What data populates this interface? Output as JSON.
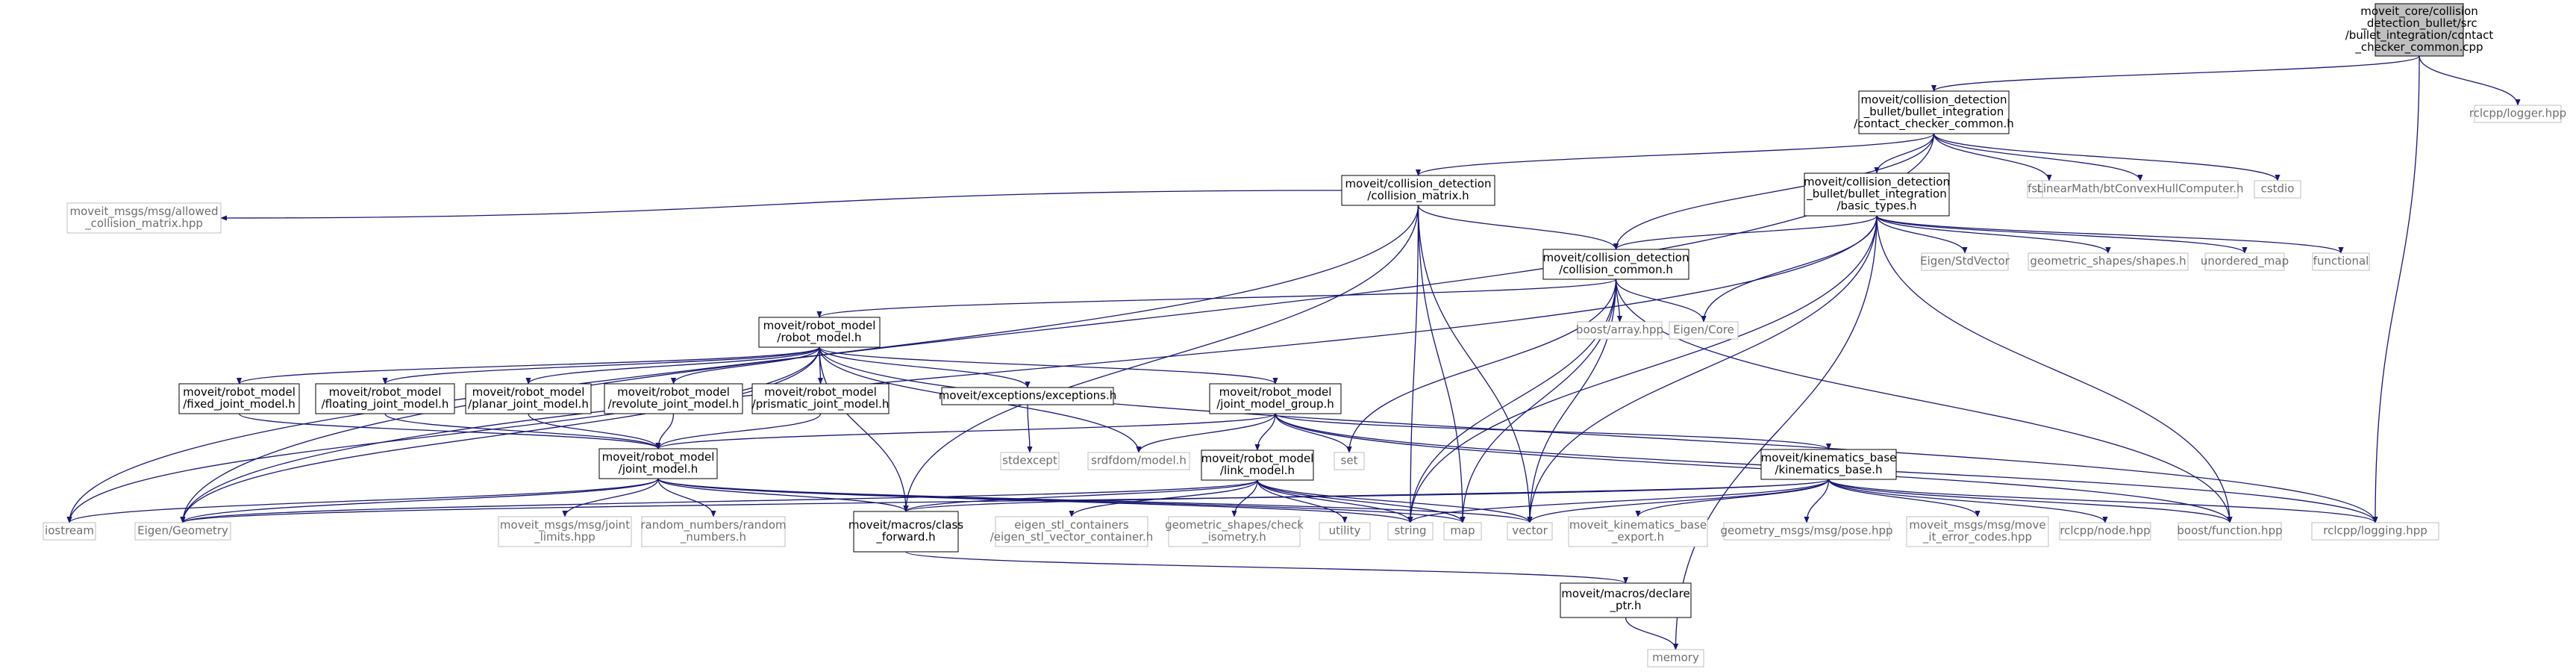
{
  "title": "",
  "colors": {
    "edge": "#191970",
    "root_fill": "#bfbfbf",
    "internal_border": "#000000",
    "external_border": "#bfbfbf",
    "external_text": "#6e6e6e",
    "background": "#ffffff"
  },
  "nodes": [
    {
      "id": "root",
      "kind": "root",
      "lines": [
        "moveit_core/collision",
        "_detection_bullet/src",
        "/bullet_integration/contact",
        "_checker_common.cpp"
      ]
    },
    {
      "id": "ccc_h",
      "kind": "internal",
      "lines": [
        "moveit/collision_detection",
        "_bullet/bullet_integration",
        "/contact_checker_common.h"
      ]
    },
    {
      "id": "rclcpp_logger",
      "kind": "external",
      "lines": [
        "rclcpp/logger.hpp"
      ]
    },
    {
      "id": "cmatrix",
      "kind": "internal",
      "lines": [
        "moveit/collision_detection",
        "/collision_matrix.h"
      ]
    },
    {
      "id": "basic_types",
      "kind": "internal",
      "lines": [
        "moveit/collision_detection",
        "_bullet/bullet_integration",
        "/basic_types.h"
      ]
    },
    {
      "id": "fstream",
      "kind": "external",
      "lines": [
        "fstream"
      ]
    },
    {
      "id": "btconvex",
      "kind": "external",
      "lines": [
        "LinearMath/btConvexHullComputer.h"
      ]
    },
    {
      "id": "cstdio",
      "kind": "external",
      "lines": [
        "cstdio"
      ]
    },
    {
      "id": "allowed_cm",
      "kind": "external",
      "lines": [
        "moveit_msgs/msg/allowed",
        "_collision_matrix.hpp"
      ]
    },
    {
      "id": "ccommon",
      "kind": "internal",
      "lines": [
        "moveit/collision_detection",
        "/collision_common.h"
      ]
    },
    {
      "id": "eigen_stdvector",
      "kind": "external",
      "lines": [
        "Eigen/StdVector"
      ]
    },
    {
      "id": "geom_shapes",
      "kind": "external",
      "lines": [
        "geometric_shapes/shapes.h"
      ]
    },
    {
      "id": "unordered_map",
      "kind": "external",
      "lines": [
        "unordered_map"
      ]
    },
    {
      "id": "functional",
      "kind": "external",
      "lines": [
        "functional"
      ]
    },
    {
      "id": "robot_model_h",
      "kind": "internal",
      "lines": [
        "moveit/robot_model",
        "/robot_model.h"
      ]
    },
    {
      "id": "boost_array",
      "kind": "external",
      "lines": [
        "boost/array.hpp"
      ]
    },
    {
      "id": "eigen_core",
      "kind": "external",
      "lines": [
        "Eigen/Core"
      ]
    },
    {
      "id": "fixed_joint",
      "kind": "internal",
      "lines": [
        "moveit/robot_model",
        "/fixed_joint_model.h"
      ]
    },
    {
      "id": "floating_joint",
      "kind": "internal",
      "lines": [
        "moveit/robot_model",
        "/floating_joint_model.h"
      ]
    },
    {
      "id": "planar_joint",
      "kind": "internal",
      "lines": [
        "moveit/robot_model",
        "/planar_joint_model.h"
      ]
    },
    {
      "id": "revolute_joint",
      "kind": "internal",
      "lines": [
        "moveit/robot_model",
        "/revolute_joint_model.h"
      ]
    },
    {
      "id": "prismatic_joint",
      "kind": "internal",
      "lines": [
        "moveit/robot_model",
        "/prismatic_joint_model.h"
      ]
    },
    {
      "id": "exceptions",
      "kind": "internal",
      "lines": [
        "moveit/exceptions/exceptions.h"
      ]
    },
    {
      "id": "jmg",
      "kind": "internal",
      "lines": [
        "moveit/robot_model",
        "/joint_model_group.h"
      ]
    },
    {
      "id": "stdexcept",
      "kind": "external",
      "lines": [
        "stdexcept"
      ]
    },
    {
      "id": "srdfdom",
      "kind": "external",
      "lines": [
        "srdfdom/model.h"
      ]
    },
    {
      "id": "set",
      "kind": "external",
      "lines": [
        "set"
      ]
    },
    {
      "id": "kin_base",
      "kind": "internal",
      "lines": [
        "moveit/kinematics_base",
        "/kinematics_base.h"
      ]
    },
    {
      "id": "joint_model",
      "kind": "internal",
      "lines": [
        "moveit/robot_model",
        "/joint_model.h"
      ]
    },
    {
      "id": "link_model",
      "kind": "internal",
      "lines": [
        "moveit/robot_model",
        "/link_model.h"
      ]
    },
    {
      "id": "iostream",
      "kind": "external",
      "lines": [
        "iostream"
      ]
    },
    {
      "id": "eigen_geom",
      "kind": "external",
      "lines": [
        "Eigen/Geometry"
      ]
    },
    {
      "id": "joint_limits",
      "kind": "external",
      "lines": [
        "moveit_msgs/msg/joint",
        "_limits.hpp"
      ]
    },
    {
      "id": "random_numbers",
      "kind": "external",
      "lines": [
        "random_numbers/random",
        "_numbers.h"
      ]
    },
    {
      "id": "class_fwd",
      "kind": "internal",
      "lines": [
        "moveit/macros/class",
        "_forward.h"
      ]
    },
    {
      "id": "eigen_stl",
      "kind": "external",
      "lines": [
        "eigen_stl_containers",
        "/eigen_stl_vector_container.h"
      ]
    },
    {
      "id": "check_iso",
      "kind": "external",
      "lines": [
        "geometric_shapes/check",
        "_isometry.h"
      ]
    },
    {
      "id": "utility",
      "kind": "external",
      "lines": [
        "utility"
      ]
    },
    {
      "id": "string",
      "kind": "external",
      "lines": [
        "string"
      ]
    },
    {
      "id": "map",
      "kind": "external",
      "lines": [
        "map"
      ]
    },
    {
      "id": "vector",
      "kind": "external",
      "lines": [
        "vector"
      ]
    },
    {
      "id": "kb_export",
      "kind": "external",
      "lines": [
        "moveit_kinematics_base",
        "_export.h"
      ]
    },
    {
      "id": "pose",
      "kind": "external",
      "lines": [
        "geometry_msgs/msg/pose.hpp"
      ]
    },
    {
      "id": "move_it_err",
      "kind": "external",
      "lines": [
        "moveit_msgs/msg/move",
        "_it_error_codes.hpp"
      ]
    },
    {
      "id": "rclcpp_node",
      "kind": "external",
      "lines": [
        "rclcpp/node.hpp"
      ]
    },
    {
      "id": "boost_function",
      "kind": "external",
      "lines": [
        "boost/function.hpp"
      ]
    },
    {
      "id": "rclcpp_logging",
      "kind": "external",
      "lines": [
        "rclcpp/logging.hpp"
      ]
    },
    {
      "id": "declare_ptr",
      "kind": "internal",
      "lines": [
        "moveit/macros/declare",
        "_ptr.h"
      ]
    },
    {
      "id": "memory",
      "kind": "external",
      "lines": [
        "memory"
      ]
    }
  ],
  "edges": [
    [
      "root",
      "ccc_h"
    ],
    [
      "root",
      "rclcpp_logger"
    ],
    [
      "root",
      "rclcpp_logging"
    ],
    [
      "ccc_h",
      "cmatrix"
    ],
    [
      "ccc_h",
      "basic_types"
    ],
    [
      "ccc_h",
      "ccommon"
    ],
    [
      "ccc_h",
      "fstream"
    ],
    [
      "ccc_h",
      "btconvex"
    ],
    [
      "ccc_h",
      "cstdio"
    ],
    [
      "ccc_h",
      "eigen_geom"
    ],
    [
      "cmatrix",
      "allowed_cm"
    ],
    [
      "cmatrix",
      "ccommon"
    ],
    [
      "cmatrix",
      "iostream"
    ],
    [
      "cmatrix",
      "class_fwd"
    ],
    [
      "cmatrix",
      "string"
    ],
    [
      "cmatrix",
      "map"
    ],
    [
      "cmatrix",
      "vector"
    ],
    [
      "basic_types",
      "ccommon"
    ],
    [
      "basic_types",
      "eigen_stdvector"
    ],
    [
      "basic_types",
      "geom_shapes"
    ],
    [
      "basic_types",
      "unordered_map"
    ],
    [
      "basic_types",
      "functional"
    ],
    [
      "basic_types",
      "eigen_core"
    ],
    [
      "basic_types",
      "memory"
    ],
    [
      "basic_types",
      "string"
    ],
    [
      "basic_types",
      "vector"
    ],
    [
      "basic_types",
      "eigen_geom"
    ],
    [
      "basic_types",
      "boost_function"
    ],
    [
      "ccommon",
      "robot_model_h"
    ],
    [
      "ccommon",
      "boost_array"
    ],
    [
      "ccommon",
      "eigen_core"
    ],
    [
      "ccommon",
      "set"
    ],
    [
      "ccommon",
      "string"
    ],
    [
      "ccommon",
      "map"
    ],
    [
      "ccommon",
      "vector"
    ],
    [
      "ccommon",
      "boost_function"
    ],
    [
      "robot_model_h",
      "fixed_joint"
    ],
    [
      "robot_model_h",
      "floating_joint"
    ],
    [
      "robot_model_h",
      "planar_joint"
    ],
    [
      "robot_model_h",
      "revolute_joint"
    ],
    [
      "robot_model_h",
      "prismatic_joint"
    ],
    [
      "robot_model_h",
      "exceptions"
    ],
    [
      "robot_model_h",
      "jmg"
    ],
    [
      "robot_model_h",
      "srdfdom"
    ],
    [
      "robot_model_h",
      "iostream"
    ],
    [
      "robot_model_h",
      "eigen_geom"
    ],
    [
      "robot_model_h",
      "class_fwd"
    ],
    [
      "robot_model_h",
      "rclcpp_logging"
    ],
    [
      "fixed_joint",
      "joint_model"
    ],
    [
      "floating_joint",
      "joint_model"
    ],
    [
      "planar_joint",
      "joint_model"
    ],
    [
      "revolute_joint",
      "joint_model"
    ],
    [
      "prismatic_joint",
      "joint_model"
    ],
    [
      "exceptions",
      "stdexcept"
    ],
    [
      "jmg",
      "joint_model"
    ],
    [
      "jmg",
      "link_model"
    ],
    [
      "jmg",
      "kin_base"
    ],
    [
      "jmg",
      "srdfdom"
    ],
    [
      "jmg",
      "set"
    ],
    [
      "jmg",
      "boost_function"
    ],
    [
      "jmg",
      "rclcpp_logging"
    ],
    [
      "joint_model",
      "iostream"
    ],
    [
      "joint_model",
      "eigen_geom"
    ],
    [
      "joint_model",
      "joint_limits"
    ],
    [
      "joint_model",
      "random_numbers"
    ],
    [
      "joint_model",
      "string"
    ],
    [
      "joint_model",
      "map"
    ],
    [
      "joint_model",
      "vector"
    ],
    [
      "joint_model",
      "class_fwd"
    ],
    [
      "link_model",
      "class_fwd"
    ],
    [
      "link_model",
      "eigen_stl"
    ],
    [
      "link_model",
      "check_iso"
    ],
    [
      "link_model",
      "utility"
    ],
    [
      "link_model",
      "string"
    ],
    [
      "link_model",
      "map"
    ],
    [
      "link_model",
      "vector"
    ],
    [
      "link_model",
      "eigen_geom"
    ],
    [
      "kin_base",
      "eigen_geom"
    ],
    [
      "kin_base",
      "class_fwd"
    ],
    [
      "kin_base",
      "string"
    ],
    [
      "kin_base",
      "vector"
    ],
    [
      "kin_base",
      "kb_export"
    ],
    [
      "kin_base",
      "pose"
    ],
    [
      "kin_base",
      "move_it_err"
    ],
    [
      "kin_base",
      "rclcpp_node"
    ],
    [
      "kin_base",
      "boost_function"
    ],
    [
      "kin_base",
      "rclcpp_logging"
    ],
    [
      "class_fwd",
      "declare_ptr"
    ],
    [
      "declare_ptr",
      "memory"
    ]
  ]
}
